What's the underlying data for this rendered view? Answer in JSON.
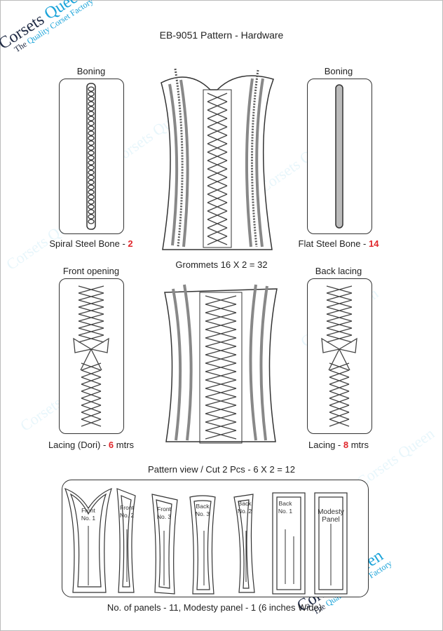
{
  "title": "EB-9051 Pattern - Hardware",
  "logo": {
    "brand_a": "Corsets",
    "brand_b": "Queen",
    "tagline_a": "The",
    "tagline_b": "Quality Corset Factory"
  },
  "boning_left": {
    "heading": "Boning",
    "caption": "Spiral Steel Bone - ",
    "count": "2"
  },
  "boning_right": {
    "heading": "Boning",
    "caption": "Flat Steel Bone - ",
    "count": "14"
  },
  "front_opening": {
    "heading": "Front opening",
    "caption": "Lacing (Dori) - ",
    "count": "6",
    "unit": " mtrs"
  },
  "back_lacing": {
    "heading": "Back lacing",
    "caption": "Lacing - ",
    "count": "8",
    "unit": " mtrs"
  },
  "grommets": "Grommets 16 X 2 = 32",
  "pattern_view": "Pattern view / Cut 2 Pcs - 6 X 2 = 12",
  "panels_note": "No. of panels - 11, Modesty panel - 1 (6 inches Wide)",
  "pieces": [
    {
      "l1": "Front",
      "l2": "No. 1"
    },
    {
      "l1": "Front",
      "l2": "No. 2"
    },
    {
      "l1": "Front",
      "l2": "No. 3"
    },
    {
      "l1": "Back",
      "l2": "No. 3"
    },
    {
      "l1": "Back",
      "l2": "No. 2"
    },
    {
      "l1": "Back",
      "l2": "No. 1"
    },
    {
      "l1": "Modesty",
      "l2": "Panel"
    }
  ],
  "colors": {
    "accent_red": "#e0262b",
    "brand_blue": "#1aa3d9",
    "brand_navy": "#1f2a44"
  }
}
